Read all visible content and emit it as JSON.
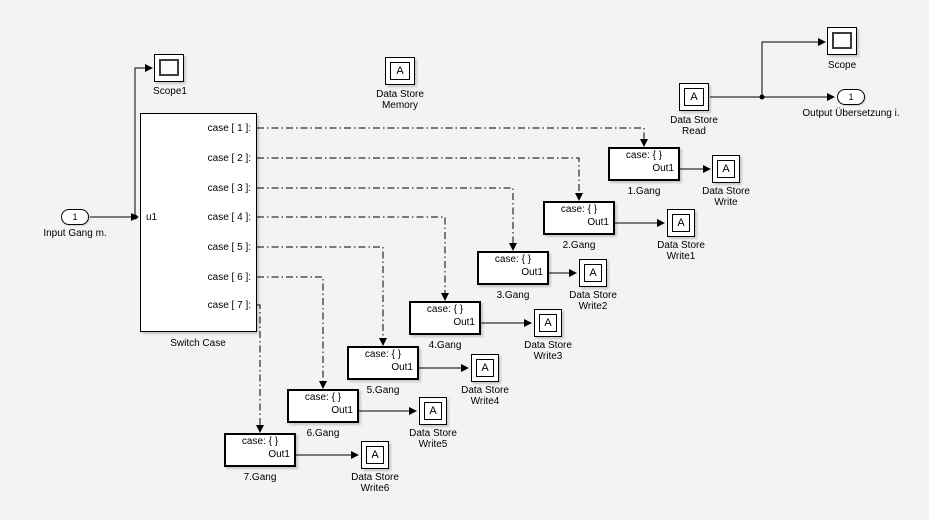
{
  "diagram": {
    "input_port": {
      "value": "1",
      "label": "Input Gang m."
    },
    "output_port": {
      "value": "1",
      "label": "Output Übersetzung i."
    },
    "scope1": {
      "label": "Scope1"
    },
    "scope": {
      "label": "Scope"
    },
    "data_store_memory": {
      "tag": "A",
      "line1": "Data Store",
      "line2": "Memory"
    },
    "data_store_read": {
      "tag": "A",
      "line1": "Data Store",
      "line2": "Read"
    },
    "switch_case": {
      "label": "Switch Case",
      "input_label": "u1",
      "cases": [
        {
          "label": "case [ 1 ]:"
        },
        {
          "label": "case [ 2 ]:"
        },
        {
          "label": "case [ 3 ]:"
        },
        {
          "label": "case [ 4 ]:"
        },
        {
          "label": "case [ 5 ]:"
        },
        {
          "label": "case [ 6 ]:"
        },
        {
          "label": "case [ 7 ]:"
        }
      ]
    },
    "gangs": [
      {
        "case_port": "case: { }",
        "out_port": "Out1",
        "label": "1.Gang"
      },
      {
        "case_port": "case: { }",
        "out_port": "Out1",
        "label": "2.Gang"
      },
      {
        "case_port": "case: { }",
        "out_port": "Out1",
        "label": "3.Gang"
      },
      {
        "case_port": "case: { }",
        "out_port": "Out1",
        "label": "4.Gang"
      },
      {
        "case_port": "case: { }",
        "out_port": "Out1",
        "label": "5.Gang"
      },
      {
        "case_port": "case: { }",
        "out_port": "Out1",
        "label": "6.Gang"
      },
      {
        "case_port": "case: { }",
        "out_port": "Out1",
        "label": "7.Gang"
      }
    ],
    "data_store_writes": [
      {
        "tag": "A",
        "line1": "Data Store",
        "line2": "Write"
      },
      {
        "tag": "A",
        "line1": "Data Store",
        "line2": "Write1"
      },
      {
        "tag": "A",
        "line1": "Data Store",
        "line2": "Write2"
      },
      {
        "tag": "A",
        "line1": "Data Store",
        "line2": "Write3"
      },
      {
        "tag": "A",
        "line1": "Data Store",
        "line2": "Write4"
      },
      {
        "tag": "A",
        "line1": "Data Store",
        "line2": "Write5"
      },
      {
        "tag": "A",
        "line1": "Data Store",
        "line2": "Write6"
      }
    ]
  }
}
